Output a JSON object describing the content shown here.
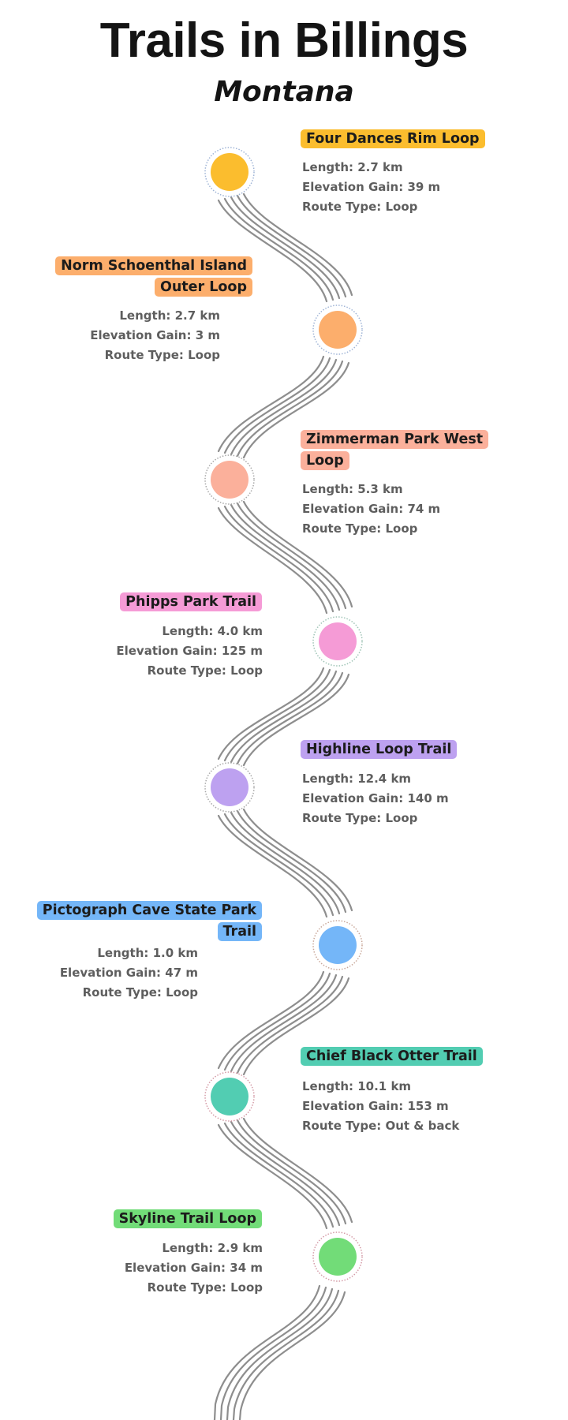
{
  "header": {
    "title": "Trails in Billings",
    "subtitle": "Montana"
  },
  "trails": [
    {
      "name": "Four Dances Rim Loop",
      "length": "Length: 2.7 km",
      "elevation": "Elevation Gain: 39 m",
      "route": "Route Type: Loop",
      "color": "#fbbd2e",
      "side": "right"
    },
    {
      "name": "Norm Schoenthal Island Outer Loop",
      "length": "Length: 2.7 km",
      "elevation": "Elevation Gain: 3 m",
      "route": "Route Type: Loop",
      "color": "#fcae6c",
      "side": "left"
    },
    {
      "name": "Zimmerman Park West Loop",
      "length": "Length: 5.3 km",
      "elevation": "Elevation Gain: 74 m",
      "route": "Route Type: Loop",
      "color": "#fbb09b",
      "side": "right"
    },
    {
      "name": "Phipps Park Trail",
      "length": "Length: 4.0 km",
      "elevation": "Elevation Gain: 125 m",
      "route": "Route Type: Loop",
      "color": "#f59bd6",
      "side": "left"
    },
    {
      "name": "Highline Loop Trail",
      "length": "Length: 12.4 km",
      "elevation": "Elevation Gain: 140 m",
      "route": "Route Type: Loop",
      "color": "#bda1f0",
      "side": "right"
    },
    {
      "name": "Pictograph Cave State Park Trail",
      "length": "Length: 1.0 km",
      "elevation": "Elevation Gain: 47 m",
      "route": "Route Type: Loop",
      "color": "#74b6f8",
      "side": "left"
    },
    {
      "name": "Chief Black Otter Trail",
      "length": "Length: 10.1 km",
      "elevation": "Elevation Gain: 153 m",
      "route": "Route Type: Out & back",
      "color": "#52cdb2",
      "side": "right"
    },
    {
      "name": "Skyline Trail Loop",
      "length": "Length: 2.9 km",
      "elevation": "Elevation Gain: 34 m",
      "route": "Route Type: Loop",
      "color": "#72dc78",
      "side": "left"
    }
  ],
  "colors": {
    "path_lines": "#8e8e8e",
    "title_text": "#141414",
    "info_text": "#5e5e5e"
  }
}
